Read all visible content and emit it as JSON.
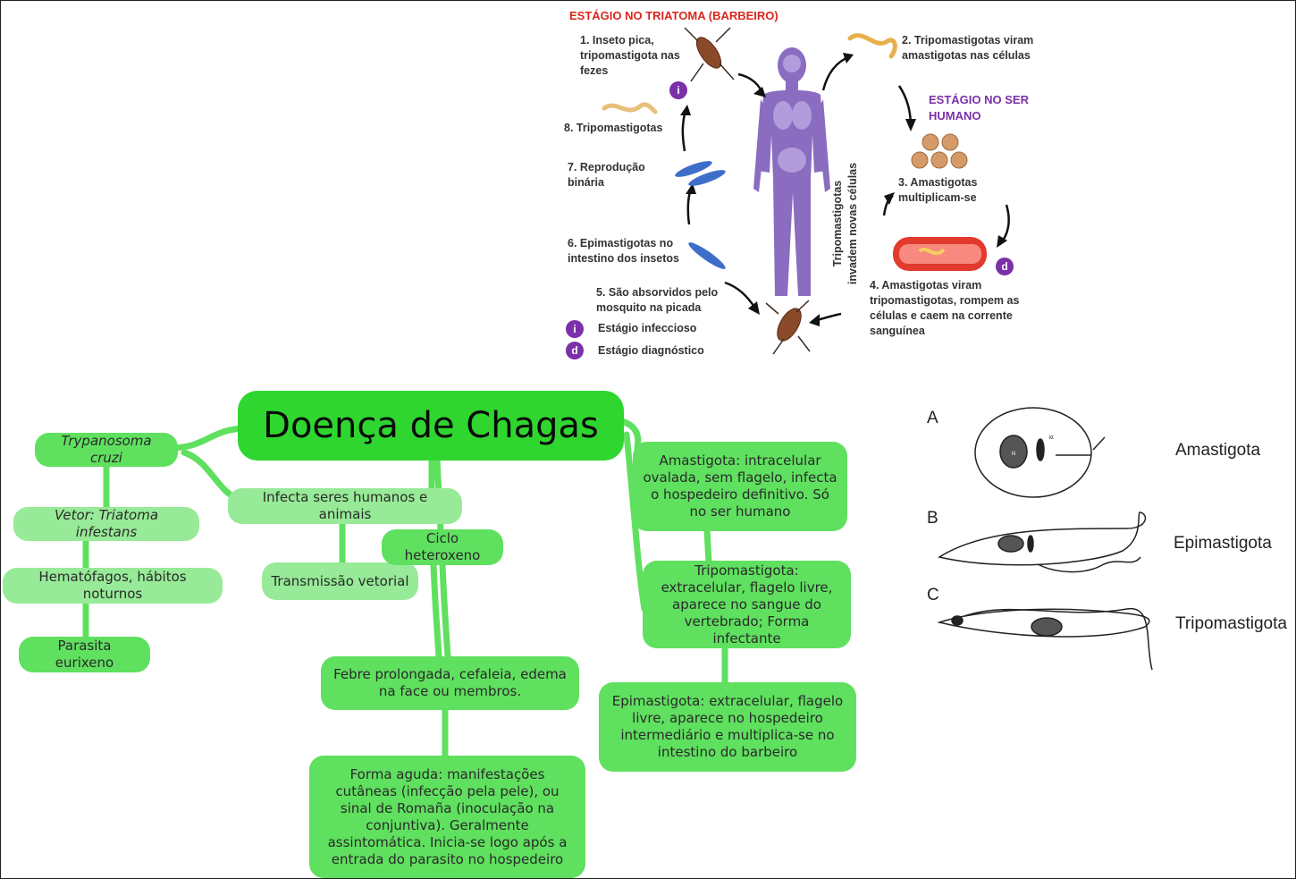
{
  "life_cycle": {
    "stage_insect": "ESTÁGIO NO TRIATOMA (BARBEIRO)",
    "stage_human": "ESTÁGIO NO SER HUMANO",
    "step1": "1. Inseto pica, tripomastigota nas fezes",
    "step2": "2. Tripomastigotas viram amastigotas nas células",
    "step3": "3. Amastigotas multiplicam-se",
    "step4": "4. Amastigotas viram tripomastigotas, rompem as células e caem na corrente sanguínea",
    "step5": "5. São absorvidos pelo mosquito na picada",
    "step6": "6. Epimastigotas no intestino dos insetos",
    "step7": "7. Reprodução binária",
    "step8": "8. Tripomastigotas",
    "vertical_label": "Tripomastigotas invadem novas células",
    "legend_infective_mark": "i",
    "legend_infective": "Estágio infeccioso",
    "legend_diagnostic_mark": "d",
    "legend_diagnostic": "Estágio diagnóstico",
    "colors": {
      "red_title": "#d9261c",
      "purple": "#7b2fa8",
      "body": "#8a6cc0",
      "arrow": "#111111"
    }
  },
  "morphology": {
    "label_a": "A",
    "label_b": "B",
    "label_c": "C",
    "form_a": "Amastigota",
    "form_b": "Epimastigota",
    "form_c": "Tripomastigota",
    "nucleus_mark": "N",
    "kinetoplast_mark": "kt"
  },
  "mindmap": {
    "root": "Doença de Chagas",
    "agent": "Trypanosoma cruzi",
    "vector": "Vetor: Triatoma infestans",
    "habits": "Hematófagos, hábitos noturnos",
    "parasite": "Parasita eurixeno",
    "hosts": "Infecta seres humanos e animais",
    "transmission": "Transmissão vetorial",
    "cycle": "Ciclo heteroxeno",
    "symptoms": "Febre prolongada, cefaleia, edema na face ou membros.",
    "acute": "Forma aguda: manifestações cutâneas (infecção pela pele), ou sinal de Romaña (inoculação na conjuntiva). Geralmente assintomática. Inicia-se logo após a entrada do parasito no hospedeiro",
    "amastigote": "Amastigota: intracelular ovalada, sem flagelo, infecta o hospedeiro definitivo. Só no ser humano",
    "trypomastigote": "Tripomastigota: extracelular, flagelo livre, aparece no sangue do vertebrado; Forma infectante",
    "epimastigote": "Epimastigota: extracelular, flagelo livre, aparece no hospedeiro intermediário e multiplica-se no intestino do barbeiro",
    "colors": {
      "root": "#2fd62f",
      "level1": "#5fe05f",
      "level2": "#97ea97",
      "link": "#5fe05f"
    }
  }
}
